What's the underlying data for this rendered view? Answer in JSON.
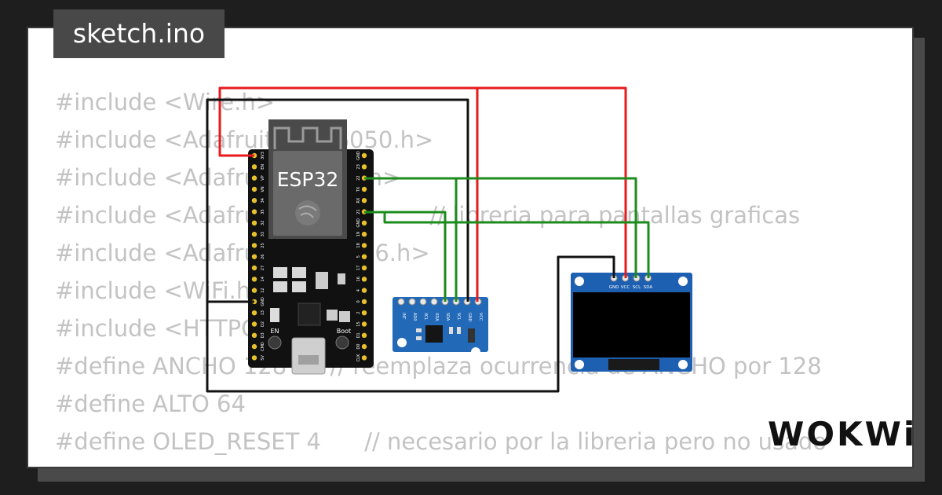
{
  "tab": {
    "title": "sketch.ino"
  },
  "code_lines": [
    "#include <Wire.h>",
    "#include <Adafruit_MPU6050.h>",
    "#include <Adafruit_Sensor.h>",
    "#include <Adafruit_GFX.h>        // libreria para pantallas graficas",
    "#include <Adafruit_SSD1306.h>",
    "#include <WiFi.h>",
    "#include <HTTPClient.h>",
    "#define ANCHO 128      // reemplaza ocurrencia de ANCHO por 128",
    "#define ALTO 64",
    "#define OLED_RESET 4      // necesario por la libreria pero no usado"
  ],
  "esp32": {
    "label": "ESP32",
    "btn_en": "EN",
    "btn_boot": "Boot",
    "left_pins": [
      "3V3",
      "EN",
      "VP",
      "VN",
      "34",
      "35",
      "32",
      "33",
      "25",
      "26",
      "27",
      "14",
      "12",
      "GND",
      "13",
      "D2",
      "D3",
      "CMD",
      "5V"
    ],
    "right_pins": [
      "GND",
      "23",
      "22",
      "TX",
      "RX",
      "21",
      "GND",
      "19",
      "18",
      "5",
      "17",
      "16",
      "4",
      "0",
      "2",
      "15",
      "D1",
      "D0",
      "CLK"
    ]
  },
  "mpu6050": {
    "pins": [
      "INT",
      "AD0",
      "XCL",
      "XDA",
      "SDA",
      "SCL",
      "GND",
      "VCC"
    ]
  },
  "oled": {
    "pins": [
      "GND",
      "VCC",
      "SCL",
      "SDA"
    ]
  },
  "wire_colors": {
    "power": "#e8191c",
    "ground": "#111111",
    "signal": "#1c8c1c"
  },
  "logo": {
    "text": "WOKWi"
  }
}
